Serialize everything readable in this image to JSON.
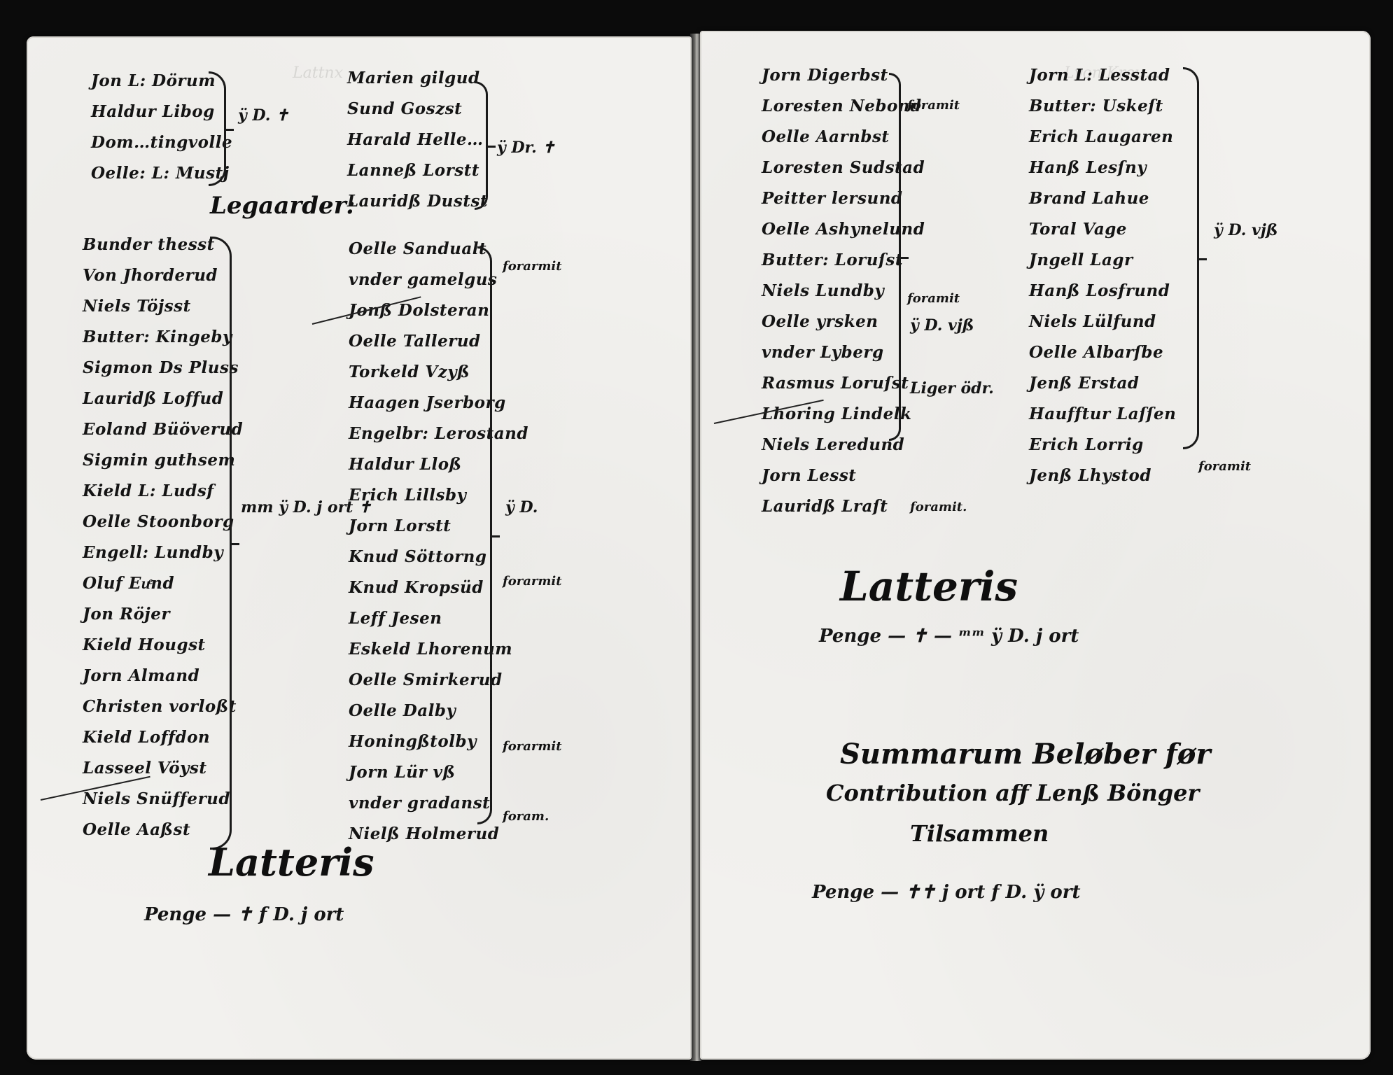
{
  "left_page": {
    "col1_group1": [
      "Jon L: Dörum",
      "Haldur Libog",
      "Dom…tingvolle",
      "Oelle: L: Mustj"
    ],
    "col1_group1_note": "ÿ D. ✝",
    "heading_mid": "Legaarder:",
    "col1_group2": [
      "Bunder thesst",
      "Von Jhorderud",
      "Niels Töjsst",
      "Butter: Kingeby",
      "Sigmon Ds Pluss",
      "Lauridß Loffud",
      "Eoland Büöverud",
      "Sigmin guthsem",
      "Kield L: Ludsf",
      "Oelle Stoonborg",
      "Engell: Lundby",
      "Oluf Euͤnd",
      "Jon Röjer",
      "Kield Hougst",
      "Jorn Almand",
      "Christen vorloßt",
      "Kield Loffdon",
      "Lasseel Vöyst",
      "Niels Snüfferud",
      "Oelle Aaßst"
    ],
    "col1_group2_note": "mm ÿ D. j ort ✝",
    "col2_group1": [
      "Marien gilgud",
      "Sund Goszst",
      "Harald Helle…",
      "Lanneß Lorstt",
      "Lauridß Dustst"
    ],
    "col2_group1_note": "ÿ Dr. ✝",
    "col2_group2": [
      "Oelle Sandualt",
      "vnder gamelgus",
      "Jonß Dolsteran",
      "Oelle Tallerud",
      "Torkeld Vzyß",
      "Haagen Jserborg",
      "Engelbr: Lerostand",
      "Haldur Lloß",
      "Erich Lillsby",
      "Jorn Lorstt",
      "Knud Söttorng",
      "Knud Kropsüd",
      "Leff Jesen",
      "Eskeld Lhorenum",
      "Oelle Smirkerud",
      "Oelle Dalby",
      "Honingßtolby",
      "Jorn Lür vß",
      "vnder gradanst",
      "Nielß Holmerud"
    ],
    "col2_notes": [
      "forarmit",
      "ÿ D.",
      "forarmit",
      "forarmit",
      "foram."
    ],
    "summa_heading": "Latteris",
    "summa_total": "Penge — ✝ f D. j ort"
  },
  "right_page": {
    "col1": [
      "Jorn Digerbst",
      "Loresten Nebond",
      "Oelle Aarnbst",
      "Loresten Sudstad",
      "Peitter lersund",
      "Oelle Ashynelund",
      "Butter: Loruſst",
      "Niels Lundby",
      "Oelle yrsken",
      "vnder Lyberg",
      "Rasmus Loruſst",
      "Lhoring Lindelk",
      "Niels Leredund",
      "Jorn Lesst",
      "Lauridß Lraſt"
    ],
    "col1_notes": [
      "foramit",
      "foramit",
      "ÿ D. vjß",
      "Liger ödr.",
      "foramit."
    ],
    "col2": [
      "Jorn L: Lesstad",
      "Butter: Uskeſt",
      "Erich Laugaren",
      "Hanß Lesſny",
      "Brand Lahue",
      "Toral Vage",
      "Jngell Lagr",
      "Hanß Losfrund",
      "Niels Lülfund",
      "Oelle Albarſbe",
      "Jenß Erstad",
      "Haufftur Laſſen",
      "Erich Lorrig",
      "Jenß Lhystod"
    ],
    "col2_notes": [
      "ÿ D. vjß",
      "foramit"
    ],
    "summa_heading": "Latteris",
    "summa_total": "Penge — ✝ — ᵐᵐ ÿ D. j ort",
    "summarum_lines": [
      "Summarum Beløber før",
      "Contribution aff Lenß Bönger",
      "Tilsammen"
    ],
    "summarum_total": "Penge — ✝✝ j ort f D. ÿ ort"
  }
}
